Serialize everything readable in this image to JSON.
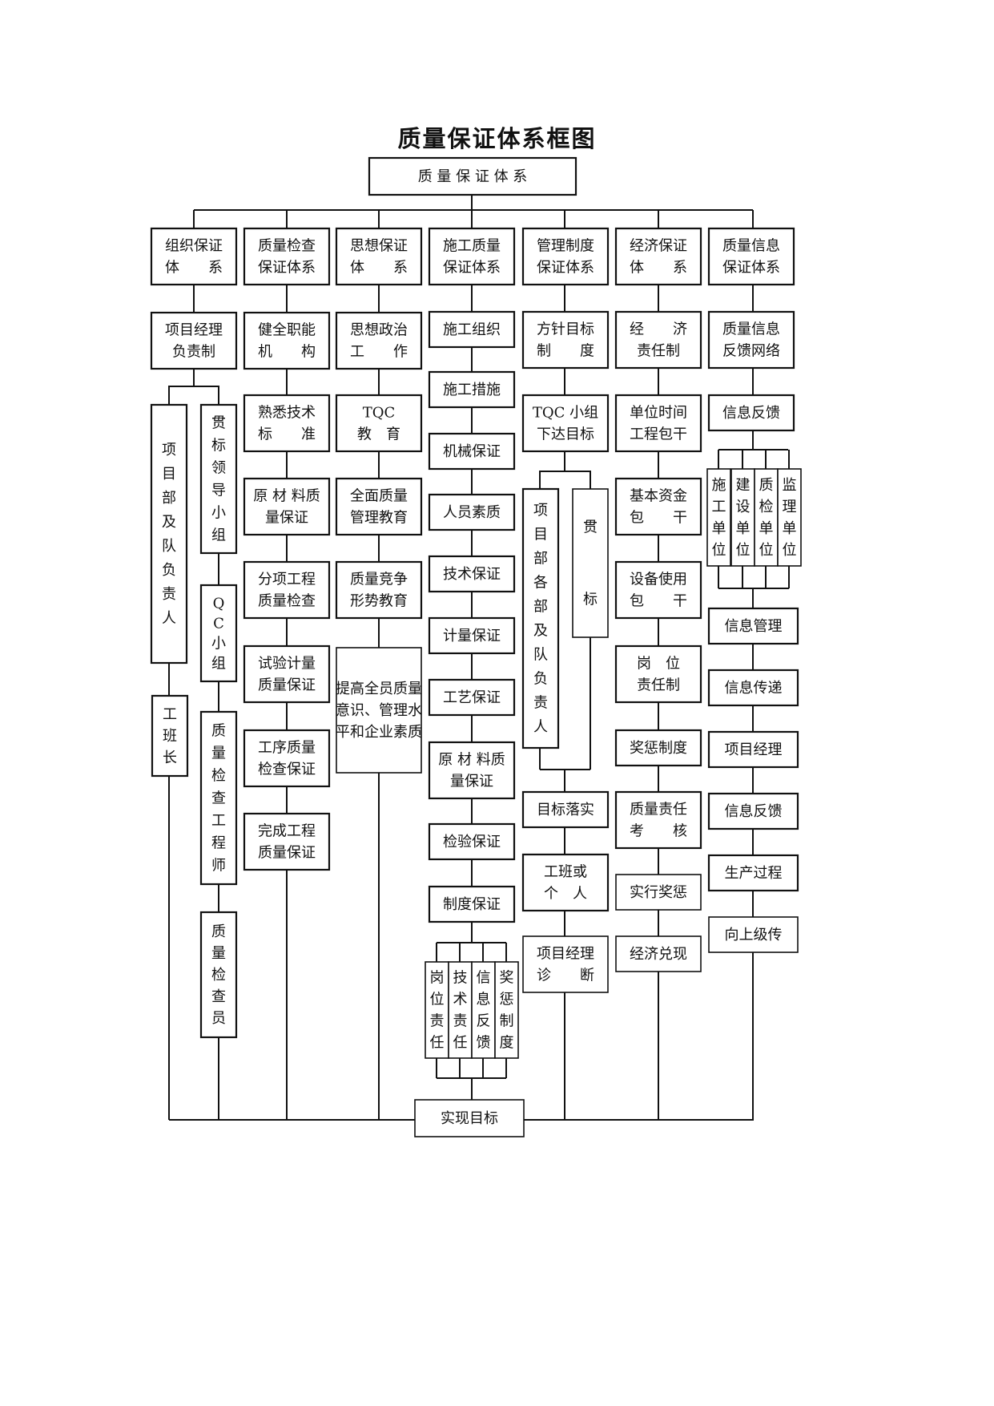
{
  "title": "质量保证体系框图",
  "top": "质 量 保 证 体 系",
  "bottom": "实现目标",
  "columns": [
    {
      "header": [
        "组织保证",
        "体　　系"
      ],
      "items": [
        [
          "项目经理",
          "负责制"
        ]
      ],
      "v_items": [
        "项目部及队负责人",
        "贯标领导小组",
        "QC小组",
        "质量检查工程师",
        "质量检查员"
      ],
      "last": [
        "工",
        "班",
        "长"
      ]
    },
    {
      "header": [
        "质量检查",
        "保证体系"
      ],
      "items": [
        [
          "健全职能",
          "机　　构"
        ],
        [
          "熟悉技术",
          "标　　准"
        ],
        [
          "原 材 料质",
          "量保证"
        ],
        [
          "分项工程",
          "质量检查"
        ],
        [
          "试验计量",
          "质量保证"
        ],
        [
          "工序质量",
          "检查保证"
        ],
        [
          "完成工程",
          "质量保证"
        ]
      ]
    },
    {
      "header": [
        "思想保证",
        "体　　系"
      ],
      "items": [
        [
          "思想政治",
          "工　　作"
        ],
        [
          "TQC",
          "教　育"
        ],
        [
          "全面质量",
          "管理教育"
        ],
        [
          "质量竞争",
          "形势教育"
        ],
        [
          "提高全员质量",
          "意识、管理水",
          "平和企业素质"
        ]
      ]
    },
    {
      "header": [
        "施工质量",
        "保证体系"
      ],
      "items": [
        [
          "施工组织"
        ],
        [
          "施工措施"
        ],
        [
          "机械保证"
        ],
        [
          "人员素质"
        ],
        [
          "技术保证"
        ],
        [
          "计量保证"
        ],
        [
          "工艺保证"
        ],
        [
          "原 材 料质",
          "量保证"
        ],
        [
          "检验保证"
        ],
        [
          "制度保证"
        ]
      ],
      "sub": [
        "岗位责任",
        "技术责任",
        "信息反馈",
        "奖惩制度"
      ]
    },
    {
      "header": [
        "管理制度",
        "保证体系"
      ],
      "items": [
        [
          "方针目标",
          "制　　度"
        ],
        [
          "TQC 小组",
          "下达目标"
        ],
        [
          "目标落实"
        ],
        [
          "工班或",
          "个　人"
        ],
        [
          "项目经理",
          "诊　　断"
        ]
      ],
      "v_items": [
        "项目部各部及队负责人",
        "贯标"
      ]
    },
    {
      "header": [
        "经济保证",
        "体　　系"
      ],
      "items": [
        [
          "经　　济",
          "责任制"
        ],
        [
          "单位时间",
          "工程包干"
        ],
        [
          "基本资金",
          "包　　干"
        ],
        [
          "设备使用",
          "包　　干"
        ],
        [
          "岗　位",
          "责任制"
        ],
        [
          "奖惩制度"
        ],
        [
          "质量责任",
          "考　　核"
        ],
        [
          "实行奖惩"
        ],
        [
          "经济兑现"
        ]
      ]
    },
    {
      "header": [
        "质量信息",
        "保证体系"
      ],
      "items": [
        [
          "质量信息",
          "反馈网络"
        ],
        [
          "信息反馈"
        ],
        [
          "信息管理"
        ],
        [
          "信息传递"
        ],
        [
          "项目经理"
        ],
        [
          "信息反馈"
        ],
        [
          "生产过程"
        ],
        [
          "向上级传"
        ]
      ],
      "sub": [
        "施工单位",
        "建设单位",
        "质检单位",
        "监理单位"
      ]
    }
  ]
}
